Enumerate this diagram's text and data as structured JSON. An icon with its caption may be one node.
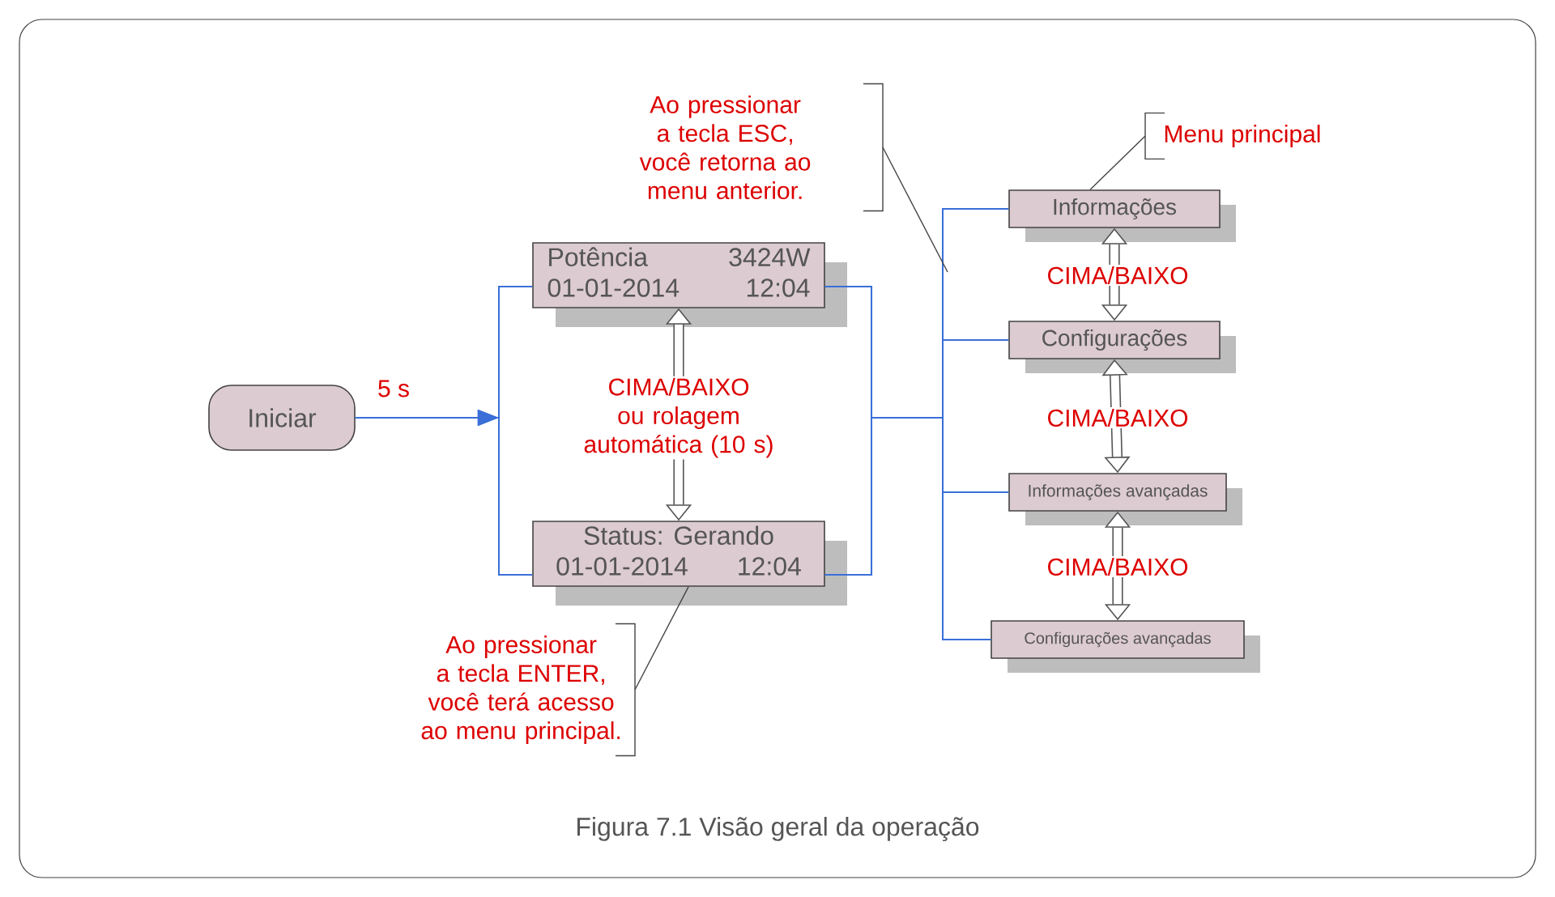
{
  "diagram": {
    "caption": "Figura 7.1 Visão geral da operação",
    "nodes": [
      {
        "text": [
          "Iniciar"
        ]
      },
      {
        "text": [
          "Potência",
          "3424W",
          "01-01-2014",
          "12:04"
        ]
      },
      {
        "text": [
          "Status: Gerando",
          "01-01-2014",
          "12:04"
        ]
      },
      {
        "text": [
          "Informações"
        ]
      },
      {
        "text": [
          "Configurações"
        ]
      },
      {
        "text": [
          "Informações avançadas"
        ]
      },
      {
        "text": [
          "Configurações avançadas"
        ]
      },
      {
        "text": [
          "Ao pressionar a tecla ESC, você retorna ao menu anterior."
        ]
      },
      {
        "text": [
          "Menu principal"
        ]
      },
      {
        "text": [
          "Ao pressionar a tecla ENTER, você terá acesso ao menu principal."
        ]
      }
    ],
    "edges": [
      {
        "from": 0,
        "to": 1,
        "arrow": "to",
        "label": "5 s"
      },
      {
        "from": 0,
        "to": 2,
        "arrow": "to"
      },
      {
        "from": 1,
        "to": 2,
        "arrow": "both",
        "label": "CIMA/BAIXO ou rolagem automática (10 s)",
        "style": "thick",
        "color": "#555555"
      },
      {
        "from": 1,
        "to": 3,
        "arrow": "none"
      },
      {
        "from": 1,
        "to": 4,
        "arrow": "none"
      },
      {
        "from": 1,
        "to": 5,
        "arrow": "none"
      },
      {
        "from": 1,
        "to": 6,
        "arrow": "none"
      },
      {
        "from": 2,
        "to": 3,
        "arrow": "none"
      },
      {
        "from": 2,
        "to": 4,
        "arrow": "none"
      },
      {
        "from": 2,
        "to": 5,
        "arrow": "none"
      },
      {
        "from": 2,
        "to": 6,
        "arrow": "none"
      },
      {
        "from": 3,
        "to": 4,
        "arrow": "both",
        "label": "CIMA/BAIXO",
        "style": "thick",
        "color": "#555555"
      },
      {
        "from": 4,
        "to": 5,
        "arrow": "both",
        "label": "CIMA/BAIXO",
        "style": "thick",
        "color": "#555555"
      },
      {
        "from": 5,
        "to": 6,
        "arrow": "both",
        "label": "CIMA/BAIXO",
        "style": "thick",
        "color": "#555555"
      },
      {
        "from": 7,
        "to": null,
        "arrow": "none",
        "color": "#444444"
      },
      {
        "from": 8,
        "to": 3,
        "arrow": "none",
        "color": "#444444"
      },
      {
        "from": 9,
        "to": 2,
        "arrow": "none",
        "color": "#444444"
      }
    ]
  }
}
